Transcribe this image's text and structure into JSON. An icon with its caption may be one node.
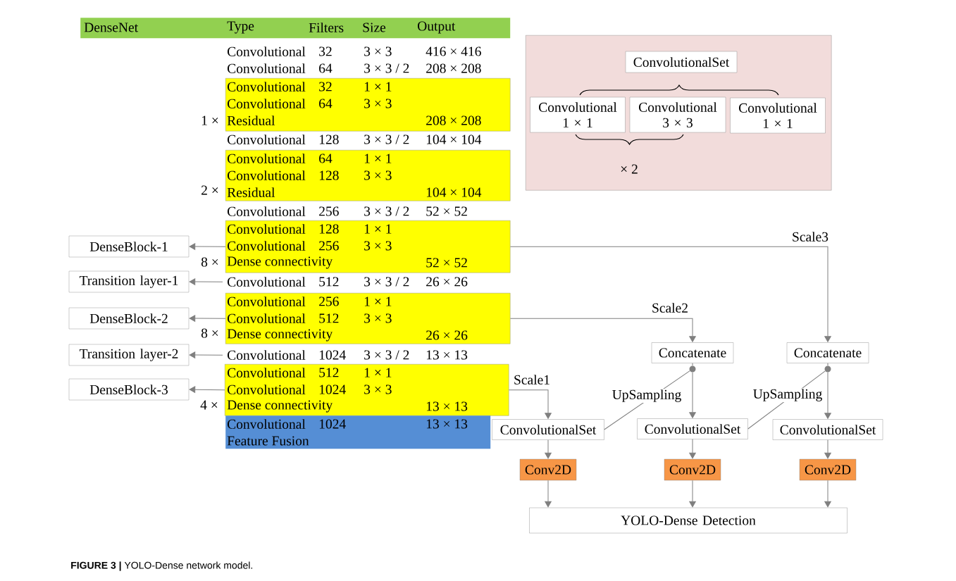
{
  "diagram": {
    "caption": "**FIGURE 3 |** YOLO-Dense network model.",
    "nodes": [
      {
        "text": [
          "DenseNet",
          "Type",
          "Filters",
          "Size",
          "Output"
        ]
      },
      {
        "text": [
          "Convolutional",
          "32",
          "1 × 1",
          "Convolutional",
          "64",
          "3 × 3",
          "Residual",
          "208 × 208"
        ],
        "beside": [
          "1 ×"
        ]
      },
      {
        "text": [
          "Convolutional",
          "64",
          "1 × 1",
          "Convolutional",
          "128",
          "3 × 3",
          "Residual",
          "104 × 104"
        ],
        "beside": [
          "2 ×"
        ]
      },
      {
        "text": [
          "Convolutional",
          "128",
          "1 × 1",
          "Convolutional",
          "256",
          "3 × 3",
          "Dense connectivity",
          "52 × 52"
        ],
        "beside": [
          "8 ×"
        ]
      },
      {
        "text": [
          "DenseBlock-1"
        ]
      },
      {
        "text": [
          "Convolutional",
          "512",
          "3 × 3 / 2",
          "26 × 26"
        ]
      },
      {
        "text": [
          "Transition layer-1"
        ]
      },
      {
        "text": [
          "Convolutional",
          "256",
          "1 × 1",
          "Convolutional",
          "512",
          "3 × 3",
          "Dense connectivity",
          "26 × 26"
        ],
        "beside": [
          "8 ×"
        ]
      },
      {
        "text": [
          "DenseBlock-2"
        ]
      },
      {
        "text": [
          "Convolutional",
          "1024",
          "3 × 3 / 2",
          "13 × 13"
        ]
      },
      {
        "text": [
          "Transition layer-2"
        ]
      },
      {
        "text": [
          "Convolutional",
          "512",
          "1 × 1",
          "Convolutional",
          "1024",
          "3 × 3",
          "Dense connectivity",
          "13 × 13"
        ],
        "beside": [
          "4 ×"
        ]
      },
      {
        "text": [
          "DenseBlock-3"
        ]
      },
      {
        "text": [
          "Convolutional",
          "1024",
          "13 × 13",
          "Feature Fusion"
        ]
      },
      {
        "text": [],
        "shape": "box"
      },
      {
        "text": [
          "ConvolutionalSet"
        ],
        "in": 14
      },
      {
        "text": [
          "Convolutional 1 × 1"
        ],
        "in": 14
      },
      {
        "text": [
          "Convolutional 3 × 3"
        ],
        "in": 14
      },
      {
        "text": [
          "Convolutional 1 × 1"
        ],
        "in": 14
      },
      {
        "text": [
          "Concatenate"
        ]
      },
      {
        "text": [
          "Concatenate"
        ]
      },
      {
        "text": [
          "ConvolutionalSet"
        ]
      },
      {
        "text": [
          "ConvolutionalSet"
        ]
      },
      {
        "text": [
          "ConvolutionalSet"
        ]
      },
      {
        "text": [
          "Conv2D"
        ]
      },
      {
        "text": [
          "Conv2D"
        ]
      },
      {
        "text": [
          "Conv2D"
        ]
      },
      {
        "text": [
          "YOLO-Dense Detection"
        ]
      },
      {
        "text": [],
        "shape": "circle"
      },
      {
        "text": [],
        "shape": "circle"
      }
    ],
    "edges": [
      {
        "from": 3,
        "to": 4,
        "arrow": "to"
      },
      {
        "from": 5,
        "to": 6,
        "arrow": "to"
      },
      {
        "from": 7,
        "to": 8,
        "arrow": "to"
      },
      {
        "from": 9,
        "to": 10,
        "arrow": "to"
      },
      {
        "from": 11,
        "to": 12,
        "arrow": "to"
      },
      {
        "from": 3,
        "to": 20,
        "arrow": "to",
        "label": "Scale3"
      },
      {
        "from": 7,
        "to": 19,
        "arrow": "to",
        "label": "Scale2"
      },
      {
        "from": 11,
        "to": 21,
        "arrow": "to",
        "label": "Scale1"
      },
      {
        "from": 21,
        "to": 28,
        "arrow": "none",
        "label": "UpSampling"
      },
      {
        "from": 28,
        "to": 22,
        "arrow": "to"
      },
      {
        "from": 22,
        "to": 29,
        "arrow": "none",
        "label": "UpSampling"
      },
      {
        "from": 29,
        "to": 23,
        "arrow": "to"
      },
      {
        "from": 21,
        "to": 24,
        "arrow": "to"
      },
      {
        "from": 22,
        "to": 25,
        "arrow": "to"
      },
      {
        "from": 23,
        "to": 26,
        "arrow": "to"
      },
      {
        "from": 24,
        "to": 27,
        "arrow": "to"
      },
      {
        "from": 25,
        "to": 27,
        "arrow": "to"
      },
      {
        "from": 26,
        "to": 27,
        "arrow": "to"
      },
      {
        "from": 19,
        "to": 28,
        "arrow": "none"
      },
      {
        "from": 20,
        "to": 29,
        "arrow": "none"
      }
    ],
    "labels": [
      "Convolutional",
      "32",
      "3 × 3",
      "416 × 416",
      "Convolutional",
      "64",
      "3 × 3 / 2",
      "208 × 208",
      "Convolutional",
      "128",
      "3 × 3 / 2",
      "104 × 104",
      "Convolutional",
      "256",
      "3 × 3 / 2",
      "52 × 52",
      "× 2"
    ]
  }
}
